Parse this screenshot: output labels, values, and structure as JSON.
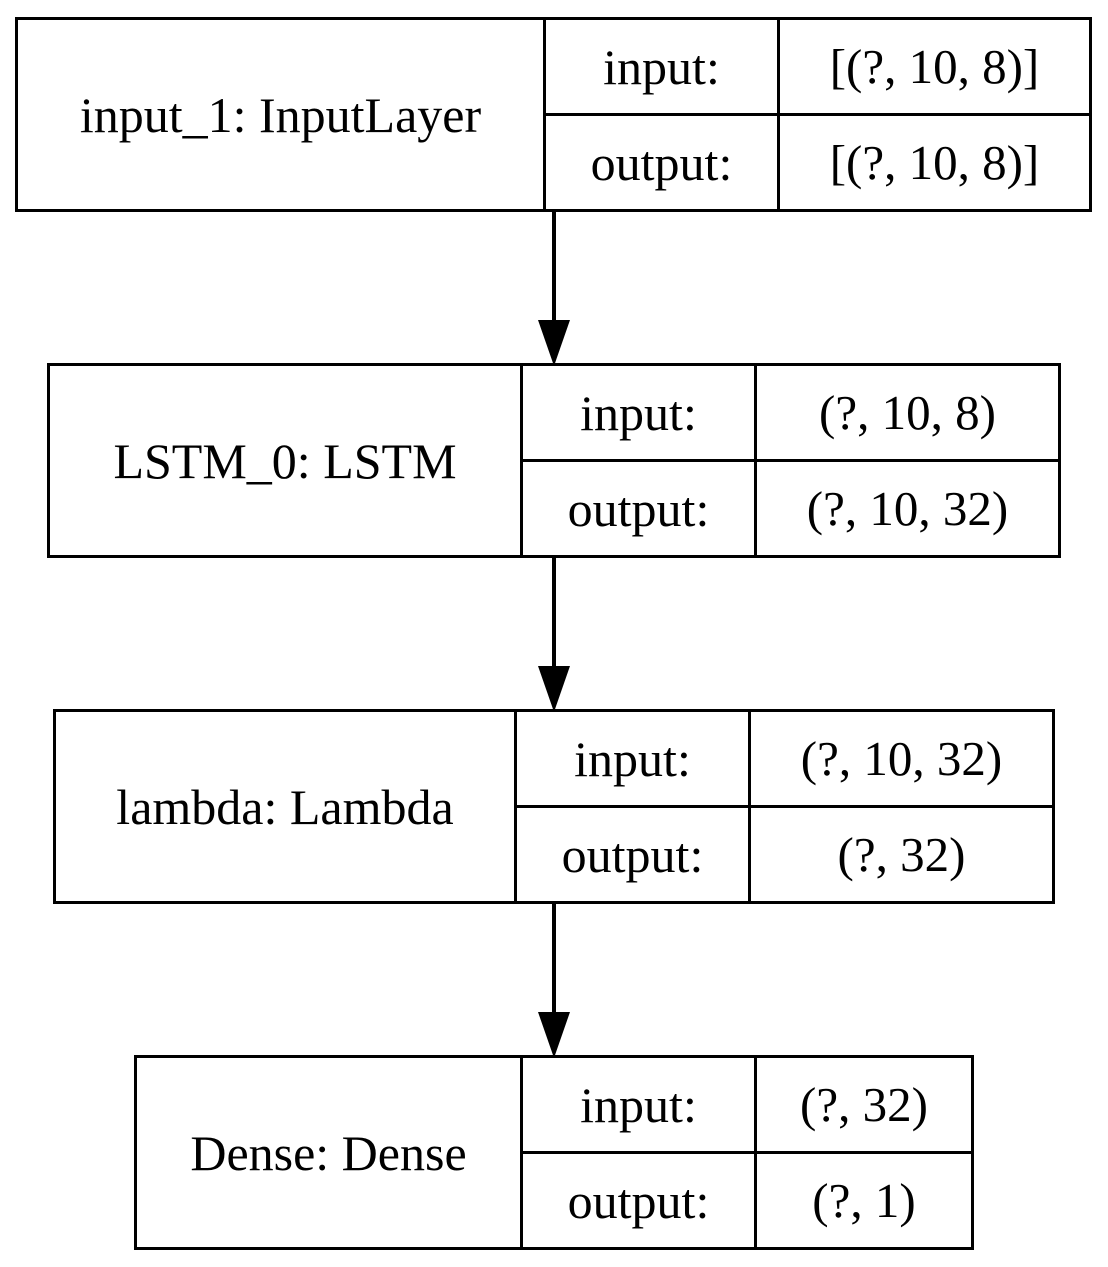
{
  "nodes": [
    {
      "name": "input_1: InputLayer",
      "input_label": "input:",
      "input_value": "[(?, 10, 8)]",
      "output_label": "output:",
      "output_value": "[(?, 10, 8)]"
    },
    {
      "name": "LSTM_0: LSTM",
      "input_label": "input:",
      "input_value": "(?, 10, 8)",
      "output_label": "output:",
      "output_value": "(?, 10, 32)"
    },
    {
      "name": "lambda: Lambda",
      "input_label": "input:",
      "input_value": "(?, 10, 32)",
      "output_label": "output:",
      "output_value": "(?, 32)"
    },
    {
      "name": "Dense: Dense",
      "input_label": "input:",
      "input_value": "(?, 32)",
      "output_label": "output:",
      "output_value": "(?, 1)"
    }
  ],
  "edges": [
    {
      "from": "input_1: InputLayer",
      "to": "LSTM_0: LSTM"
    },
    {
      "from": "LSTM_0: LSTM",
      "to": "lambda: Lambda"
    },
    {
      "from": "lambda: Lambda",
      "to": "Dense: Dense"
    }
  ]
}
